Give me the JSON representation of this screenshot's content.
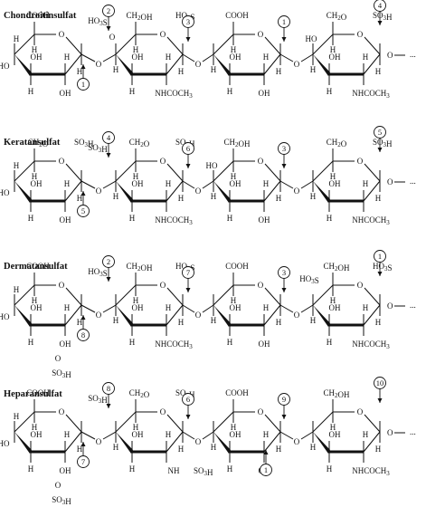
{
  "diagram": {
    "sections": [
      {
        "title": "Chondroitinsulfat",
        "labels": {
          "r1_top": "COOH",
          "r2_o6": "O",
          "r2_sub": "HO3S",
          "r2_top": "CH2OH",
          "r2_bottom": "NHCOCH3",
          "r3_top": "COOH",
          "r4_top": "CH2O",
          "r4_sub": "SO3H",
          "r4_o4": "HO",
          "r4_bottom": "NHCOCH3"
        },
        "markers": [
          "2",
          "1",
          "3",
          "1",
          "4"
        ]
      },
      {
        "title": "Keratansulfat",
        "labels": {
          "r1_top": "CH2O",
          "r1_sub": "SO3H",
          "r2_top": "CH2O",
          "r2_sub": "SO3H",
          "r2_bottom": "NHCOCH3",
          "r3_top": "CH2OH",
          "r3_o4": "HO",
          "r4_top": "CH2O",
          "r4_sub": "SO3H",
          "r4_bottom": "NHCOCH3"
        },
        "markers": [
          "4",
          "5",
          "6",
          "3",
          "5"
        ]
      },
      {
        "title": "Dermatansulfat",
        "labels": {
          "r1_top": "COOH",
          "r1_o2": "O",
          "r1_sub": "SO3H",
          "r2_sub": "HO3S",
          "r2_top": "CH2OH",
          "r2_bottom": "NHCOCH3",
          "r3_top": "COOH",
          "r4_sub": "HO3S",
          "r4_top": "CH2OH",
          "r4_bottom": "NHCOCH3"
        },
        "markers": [
          "2",
          "8",
          "7",
          "3",
          "1"
        ]
      },
      {
        "title": "Heparansulfat",
        "labels": {
          "r1_top": "COOH",
          "r1_o2": "O",
          "r1_sub": "SO3H",
          "r2_top": "CH2O",
          "r2_sub": "SO3H",
          "r2_bottom": "NH",
          "r2_nsub": "SO3H",
          "r3_top": "COOH",
          "r4_top": "CH2OH",
          "r4_bottom": "NHCOCH3"
        },
        "markers": [
          "8",
          "7",
          "6",
          "9",
          "10",
          "1"
        ]
      }
    ],
    "atoms": {
      "h": "H",
      "oh": "OH",
      "ho": "HO",
      "o": "O"
    }
  }
}
